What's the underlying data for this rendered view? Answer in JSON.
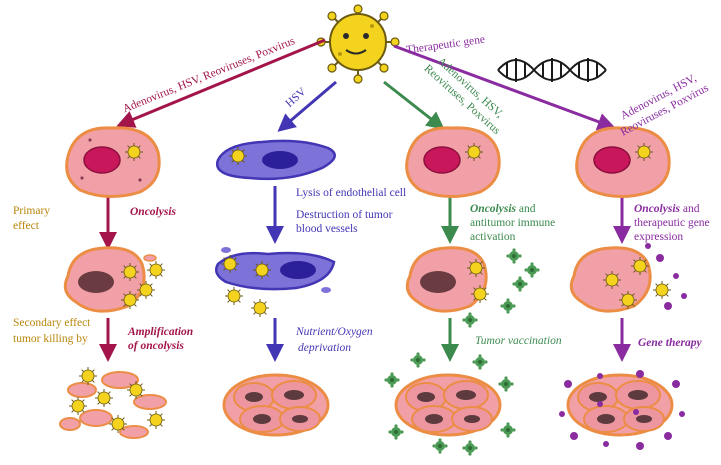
{
  "colors": {
    "maroon": "#a3144a",
    "blue": "#4236b4",
    "green": "#3c8a4e",
    "purple": "#8a2ca0",
    "gold": "#b8860b",
    "virus": "#f3d31e",
    "cell": "#f2a0a8",
    "cell_border": "#ec8d45",
    "nucleus": "#c8175a",
    "endo": "#7d72d8",
    "endo_nucleus": "#2c1f9a",
    "vaccine": "#4b9a55"
  },
  "arrows": {
    "adenovirus_left": "Adenovirus, HSV, Reoviruses, Poxvirus",
    "hsv": "HSV",
    "therapeutic_gene": "Therapeutic gene",
    "green_line1": "Adenovirus, HSV,",
    "green_line2": "Reoviruses, Poxvirus",
    "purple_line1": "Adenovirus, HSV,",
    "purple_line2": "Reoviruses, Poxvirus"
  },
  "left_labels": {
    "primary_line1": "Primary",
    "primary_line2": "effect",
    "secondary_line1": "Secondary effect",
    "secondary_line2": "tumor killing by"
  },
  "col1": {
    "primary": "Oncolysis",
    "secondary_line1": "Amplification",
    "secondary_line2": "of oncolysis"
  },
  "col2": {
    "primary_line1": "Lysis of endothelial cell",
    "primary_line2": "Destruction of tumor",
    "primary_line3": "blood vessels",
    "secondary_line1": "Nutrient/Oxygen",
    "secondary_line2": "deprivation"
  },
  "col3": {
    "primary_bold": "Oncolysis",
    "primary_rest": " and",
    "primary_line2": "antitumor immune",
    "primary_line3": "activation",
    "secondary": "Tumor vaccination"
  },
  "col4": {
    "primary_bold": "Oncolysis",
    "primary_rest": " and",
    "primary_line2": "therapeutic gene",
    "primary_line3": "expression",
    "secondary": "Gene therapy"
  }
}
